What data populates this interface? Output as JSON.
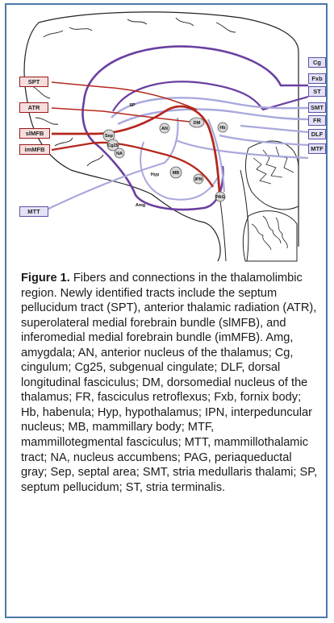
{
  "figure": {
    "left_labels": [
      "SPT",
      "ATR",
      "slMFB",
      "imMFB",
      "MTT"
    ],
    "right_labels": [
      "Cg",
      "Fxb",
      "ST",
      "SMT",
      "FR",
      "DLF",
      "MTF"
    ],
    "node_labels": [
      "SP",
      "AN",
      "DM",
      "Hb",
      "Sep",
      "Cg25",
      "NA",
      "Hyp",
      "MB",
      "IPN",
      "PAG",
      "Amg"
    ],
    "colors": {
      "red_tract": "#b4281e",
      "purple_tract": "#6a3fa0",
      "blue_tract": "#a9a8dc",
      "frame": "#4a78a8"
    }
  },
  "caption": {
    "label": "Figure 1.",
    "text": "Fibers and connections in the thalamolimbic region. Newly identified tracts include the septum pellucidum tract (SPT), anterior thalamic radiation (ATR), superolateral medial forebrain bundle (slMFB), and inferomedial medial forebrain bundle (imMFB). Amg, amygdala; AN, anterior nucleus of the thalamus; Cg, cingulum; Cg25, subgenual cingulate; DLF, dorsal longitudinal fasciculus; DM, dorsomedial nucleus of the thalamus; FR, fasciculus retroflexus; Fxb, fornix body; Hb, habenula; Hyp, hypothalamus; IPN, interpeduncular nucleus; MB, mammillary body; MTF, mammillotegmental fasciculus; MTT, mammillothalamic tract; NA, nucleus accumbens; PAG, periaqueductal gray; Sep, septal area; SMT, stria medullaris thalami; SP, septum pellucidum; ST, stria terminalis."
  }
}
